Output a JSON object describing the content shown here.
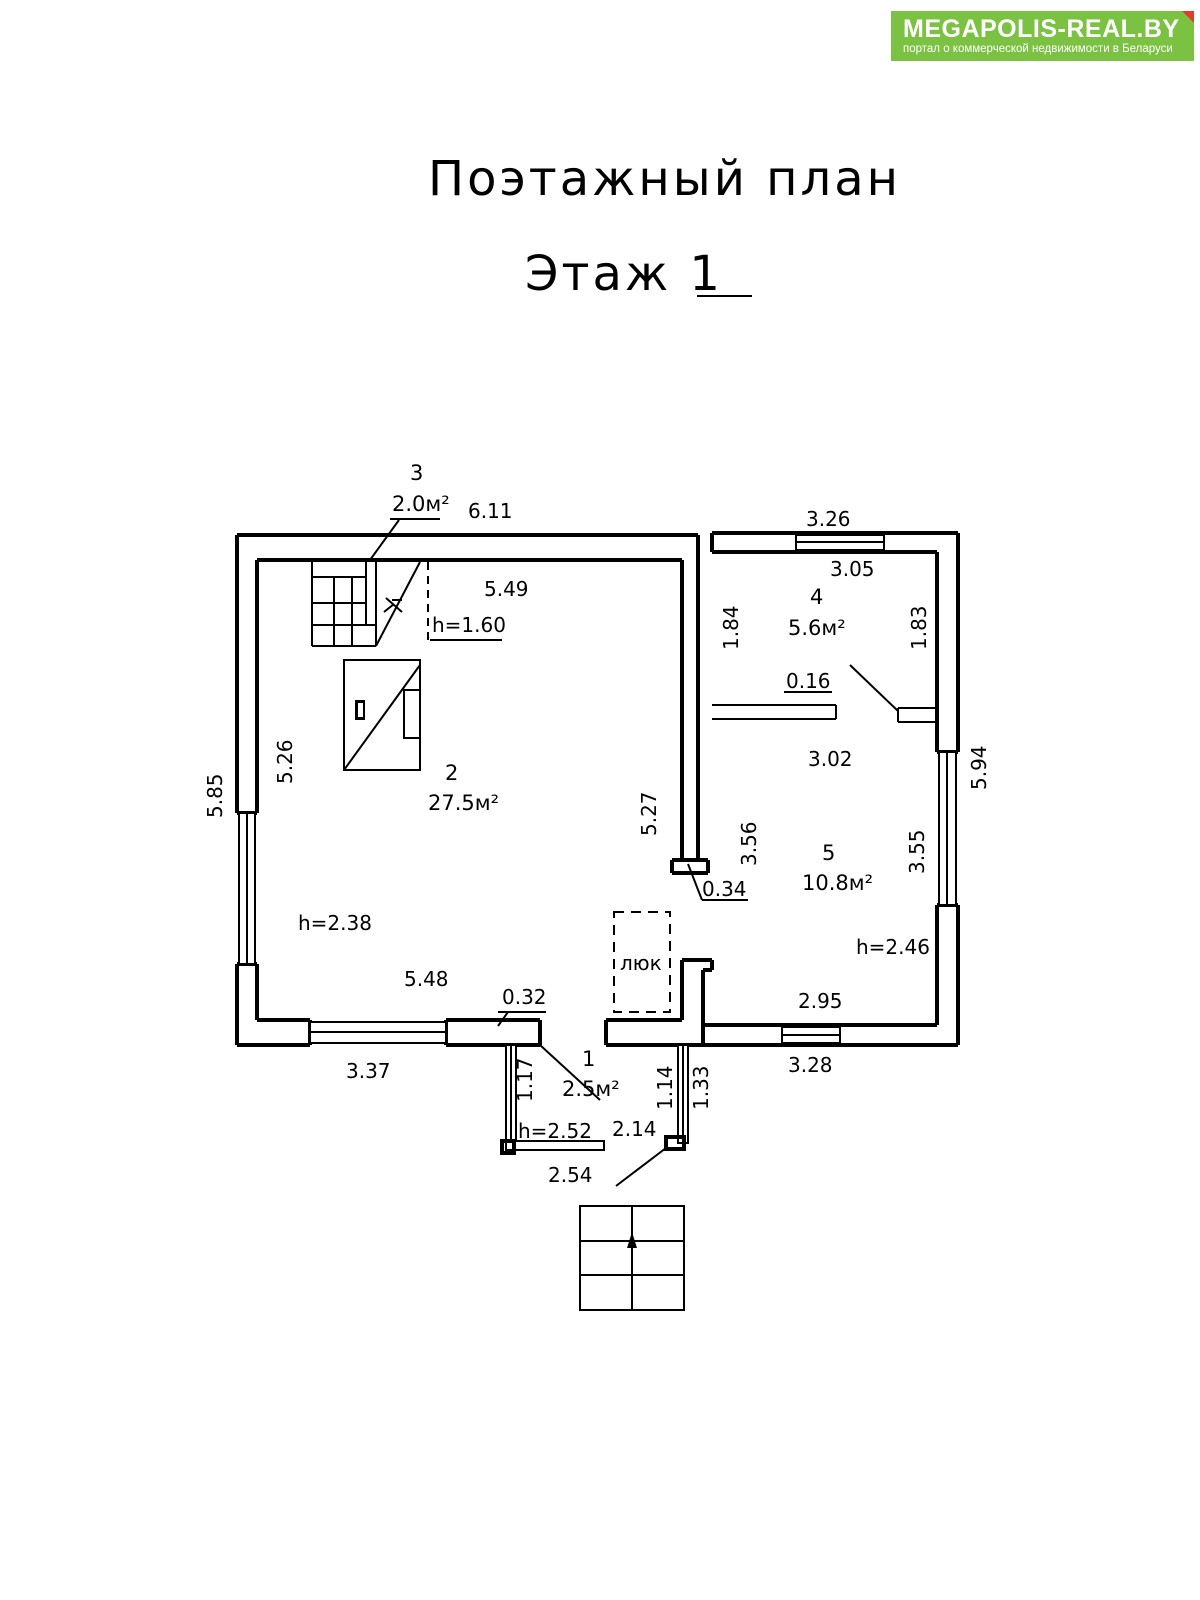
{
  "banner": {
    "site": "MEGAPOLIS-REAL.BY",
    "tagline": "портал о коммерческой недвижимости в Беларуси",
    "color": "#7cc242",
    "corner_color": "#e23b2e"
  },
  "title": {
    "line1": "Поэтажный план",
    "line2": "Этаж 1"
  },
  "rooms": [
    {
      "number": "1",
      "area": "2.5м²"
    },
    {
      "number": "2",
      "area": "27.5м²"
    },
    {
      "number": "3",
      "area": "2.0м²"
    },
    {
      "number": "4",
      "area": "5.6м²"
    },
    {
      "number": "5",
      "area": "10.8м²"
    }
  ],
  "heights": [
    "h=1.60",
    "h=2.38",
    "h=2.46",
    "h=2.52"
  ],
  "hatch_label": "люк",
  "dimensions": [
    "6.11",
    "5.49",
    "5.85",
    "5.26",
    "5.27",
    "5.48",
    "0.32",
    "3.37",
    "3.26",
    "3.05",
    "1.84",
    "1.83",
    "0.16",
    "3.02",
    "3.56",
    "0.34",
    "3.55",
    "5.94",
    "2.95",
    "3.28",
    "1.17",
    "1.14",
    "1.33",
    "2.14",
    "2.54"
  ]
}
